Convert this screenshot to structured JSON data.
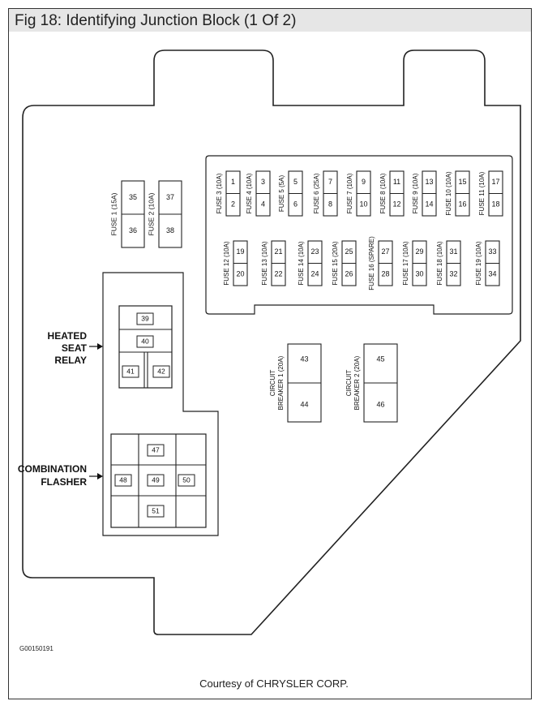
{
  "title": "Fig 18: Identifying Junction Block (1 Of 2)",
  "credit": "Courtesy of CHRYSLER CORP.",
  "figure_code": "G00150191",
  "callouts": {
    "heated_seat_relay": [
      "HEATED",
      "SEAT",
      "RELAY"
    ],
    "combination_flasher": [
      "COMBINATION",
      "FLASHER"
    ]
  },
  "fuses_left": [
    {
      "label": "FUSE 1 (15A)",
      "top": "35",
      "bottom": "36"
    },
    {
      "label": "FUSE 2 (10A)",
      "top": "37",
      "bottom": "38"
    }
  ],
  "fuse_row_top": [
    {
      "label": "FUSE 3 (10A)",
      "top": "1",
      "bottom": "2"
    },
    {
      "label": "FUSE 4 (10A)",
      "top": "3",
      "bottom": "4"
    },
    {
      "label": "FUSE 5 (5A)",
      "top": "5",
      "bottom": "6"
    },
    {
      "label": "FUSE 6 (25A)",
      "top": "7",
      "bottom": "8"
    },
    {
      "label": "FUSE 7 (10A)",
      "top": "9",
      "bottom": "10"
    },
    {
      "label": "FUSE 8 (10A)",
      "top": "11",
      "bottom": "12"
    },
    {
      "label": "FUSE 9 (10A)",
      "top": "13",
      "bottom": "14"
    },
    {
      "label": "FUSE 10 (10A)",
      "top": "15",
      "bottom": "16"
    },
    {
      "label": "FUSE 11 (10A)",
      "top": "17",
      "bottom": "18"
    }
  ],
  "fuse_row_bottom": [
    {
      "label": "FUSE 12 (10A)",
      "top": "19",
      "bottom": "20"
    },
    {
      "label": "FUSE 13 (10A)",
      "top": "21",
      "bottom": "22"
    },
    {
      "label": "FUSE 14 (10A)",
      "top": "23",
      "bottom": "24"
    },
    {
      "label": "FUSE 15 (20A)",
      "top": "25",
      "bottom": "26"
    },
    {
      "label": "FUSE 16 (SPARE)",
      "top": "27",
      "bottom": "28"
    },
    {
      "label": "FUSE 17 (10A)",
      "top": "29",
      "bottom": "30"
    },
    {
      "label": "FUSE 18 (10A)",
      "top": "31",
      "bottom": "32"
    },
    {
      "label": "FUSE 19 (10A)",
      "top": "33",
      "bottom": "34"
    }
  ],
  "circuit_breakers": [
    {
      "label_lines": [
        "CIRCUIT",
        "BREAKER 1 (20A)"
      ],
      "top": "43",
      "bottom": "44"
    },
    {
      "label_lines": [
        "CIRCUIT",
        "BREAKER 2 (20A)"
      ],
      "top": "45",
      "bottom": "46"
    }
  ],
  "relay_terminals": [
    "39",
    "40",
    "41",
    "42"
  ],
  "flasher_terminals": [
    "47",
    "48",
    "49",
    "50",
    "51"
  ]
}
